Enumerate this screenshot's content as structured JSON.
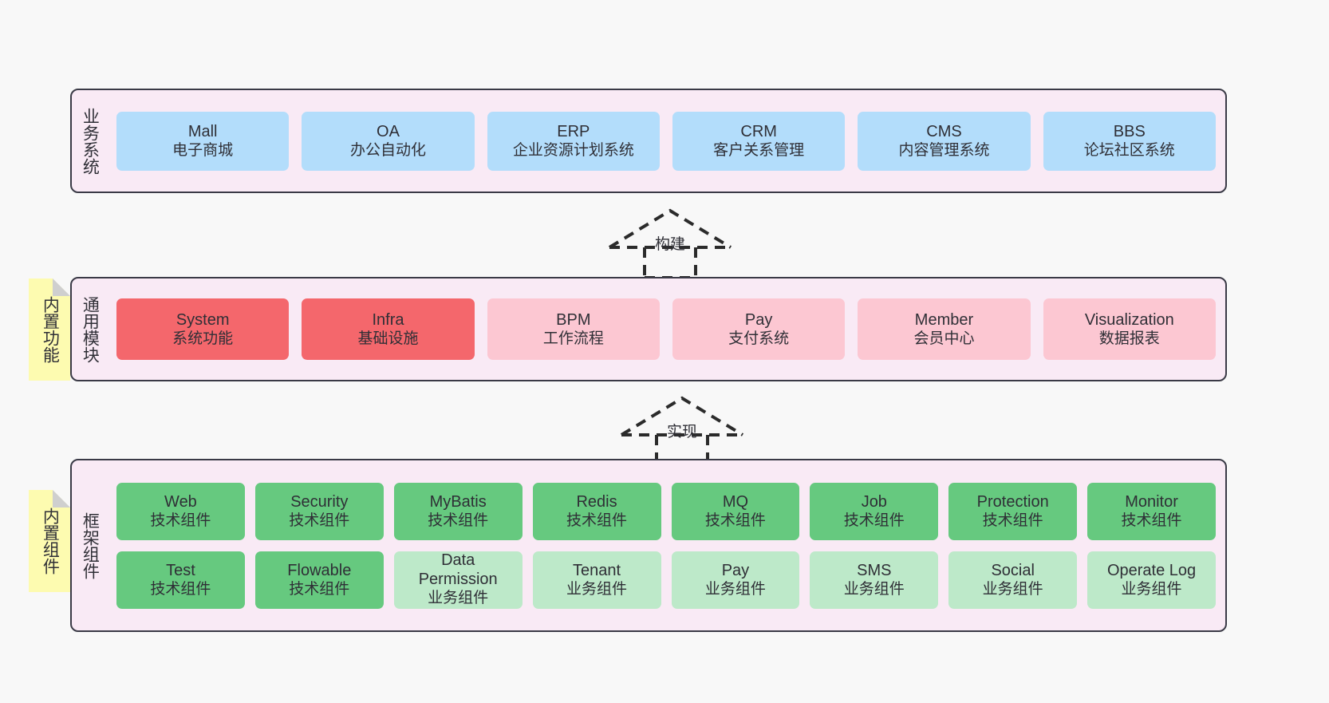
{
  "diagram": {
    "background": "#f8f8f8",
    "band_fill": "#f9eaf5",
    "band_border": "#3a3a46",
    "note_fill": "#fdfbb0"
  },
  "layers": [
    {
      "id": "business",
      "title": "业务系统",
      "nodes": [
        {
          "en": "Mall",
          "cn": "电子商城",
          "color": "#b3ddfb"
        },
        {
          "en": "OA",
          "cn": "办公自动化",
          "color": "#b3ddfb"
        },
        {
          "en": "ERP",
          "cn": "企业资源计划系统",
          "color": "#b3ddfb"
        },
        {
          "en": "CRM",
          "cn": "客户关系管理",
          "color": "#b3ddfb"
        },
        {
          "en": "CMS",
          "cn": "内容管理系统",
          "color": "#b3ddfb"
        },
        {
          "en": "BBS",
          "cn": "论坛社区系统",
          "color": "#b3ddfb"
        }
      ]
    },
    {
      "id": "common",
      "title": "通用模块",
      "note": "内置功能",
      "nodes": [
        {
          "en": "System",
          "cn": "系统功能",
          "color": "#f4676c"
        },
        {
          "en": "Infra",
          "cn": "基础设施",
          "color": "#f4676c"
        },
        {
          "en": "BPM",
          "cn": "工作流程",
          "color": "#fcc7d2"
        },
        {
          "en": "Pay",
          "cn": "支付系统",
          "color": "#fcc7d2"
        },
        {
          "en": "Member",
          "cn": "会员中心",
          "color": "#fcc7d2"
        },
        {
          "en": "Visualization",
          "cn": "数据报表",
          "color": "#fcc7d2"
        }
      ]
    },
    {
      "id": "framework",
      "title": "框架组件",
      "note": "内置组件",
      "rows": [
        [
          {
            "en": "Web",
            "cn": "技术组件",
            "color": "#66c97f"
          },
          {
            "en": "Security",
            "cn": "技术组件",
            "color": "#66c97f"
          },
          {
            "en": "MyBatis",
            "cn": "技术组件",
            "color": "#66c97f"
          },
          {
            "en": "Redis",
            "cn": "技术组件",
            "color": "#66c97f"
          },
          {
            "en": "MQ",
            "cn": "技术组件",
            "color": "#66c97f"
          },
          {
            "en": "Job",
            "cn": "技术组件",
            "color": "#66c97f"
          },
          {
            "en": "Protection",
            "cn": "技术组件",
            "color": "#66c97f"
          },
          {
            "en": "Monitor",
            "cn": "技术组件",
            "color": "#66c97f"
          }
        ],
        [
          {
            "en": "Test",
            "cn": "技术组件",
            "color": "#66c97f"
          },
          {
            "en": "Flowable",
            "cn": "技术组件",
            "color": "#66c97f"
          },
          {
            "en": "Data Permission",
            "cn": "业务组件",
            "color": "#bde9c9"
          },
          {
            "en": "Tenant",
            "cn": "业务组件",
            "color": "#bde9c9"
          },
          {
            "en": "Pay",
            "cn": "业务组件",
            "color": "#bde9c9"
          },
          {
            "en": "SMS",
            "cn": "业务组件",
            "color": "#bde9c9"
          },
          {
            "en": "Social",
            "cn": "业务组件",
            "color": "#bde9c9"
          },
          {
            "en": "Operate Log",
            "cn": "业务组件",
            "color": "#bde9c9"
          }
        ]
      ]
    }
  ],
  "arrows": [
    {
      "id": "build",
      "label": "构建"
    },
    {
      "id": "implement",
      "label": "实现"
    }
  ]
}
